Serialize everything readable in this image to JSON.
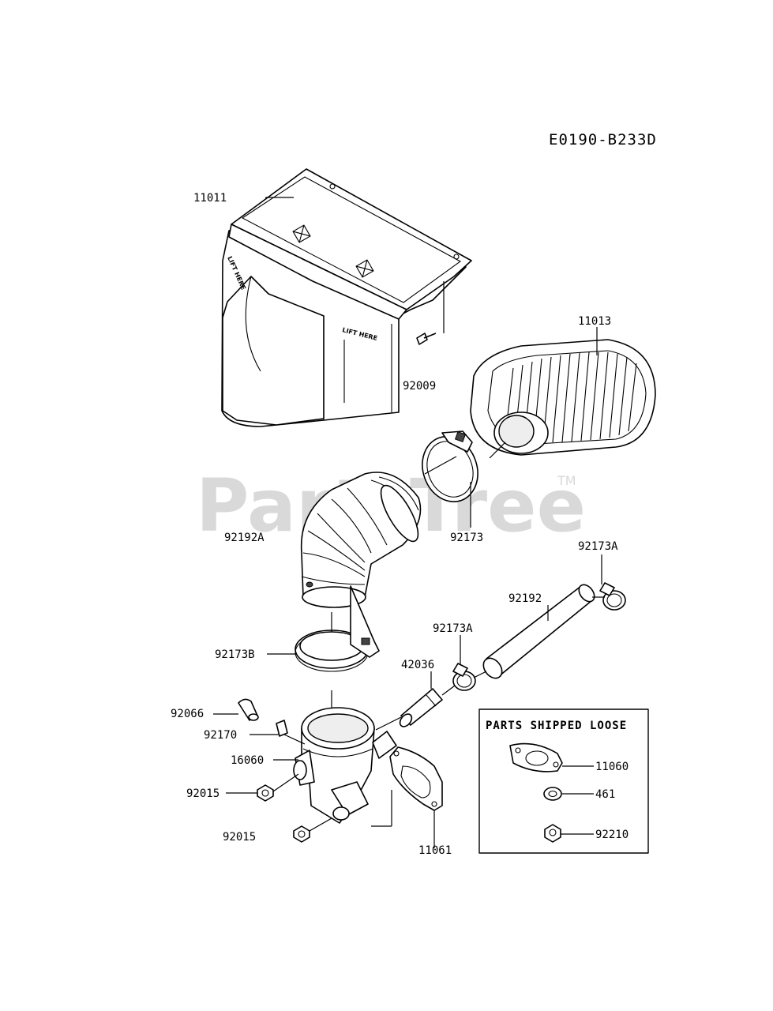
{
  "diagram_code": "E0190-B233D",
  "watermark": {
    "text": "PartsTree",
    "trademark": "TM"
  },
  "part_decals": {
    "lift_here": "LIFT HERE"
  },
  "parts_box": {
    "title": "PARTS SHIPPED LOOSE"
  },
  "labels": {
    "p11011": "11011",
    "p11013": "11013",
    "p92009": "92009",
    "p92173": "92173",
    "p92192A": "92192A",
    "p92173A_top": "92173A",
    "p92192": "92192",
    "p92173A_mid": "92173A",
    "p42036": "42036",
    "p92173B": "92173B",
    "p92066": "92066",
    "p92170": "92170",
    "p16060": "16060",
    "p92015_a": "92015",
    "p92015_b": "92015",
    "p11061": "11061",
    "p11060": "11060",
    "p461": "461",
    "p92210": "92210"
  }
}
